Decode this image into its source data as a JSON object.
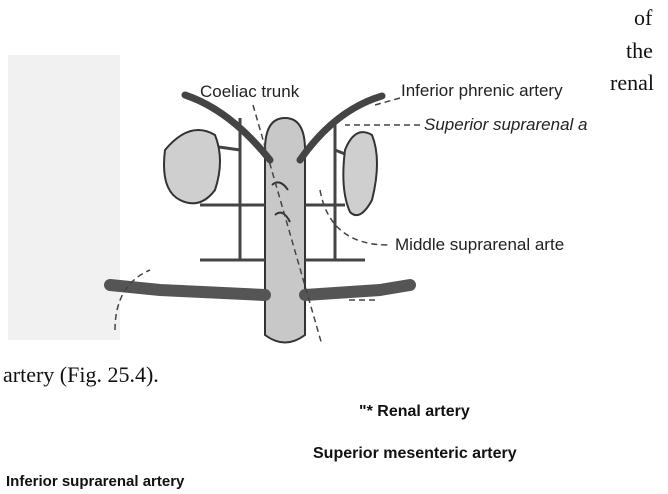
{
  "text": {
    "right_column": [
      "of",
      "the",
      "renal"
    ],
    "continuation": "artery (Fig. 25.4)."
  },
  "figure": {
    "labels": {
      "coeliac_trunk": "Coeliac trunk",
      "inferior_phrenic": "Inferior phrenic artery",
      "superior_suprarenal": "Superior suprarenal a",
      "middle_suprarenal": "Middle suprarenal arte"
    }
  },
  "captions": {
    "renal": "\"* Renal artery",
    "superior_mesenteric": "Superior mesenteric artery",
    "inferior_suprarenal": "Inferior suprarenal artery"
  }
}
